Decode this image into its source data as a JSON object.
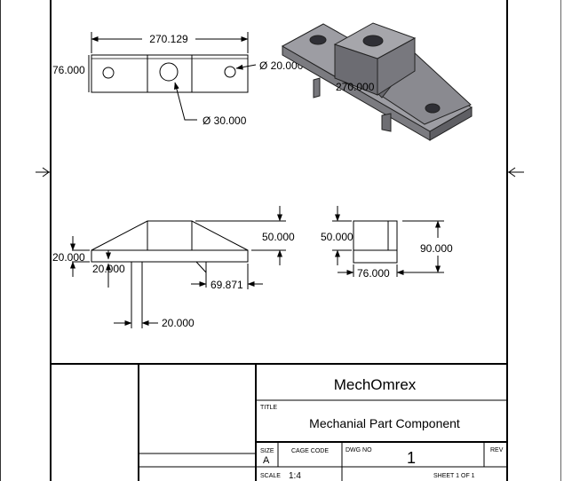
{
  "drawing": {
    "top_view": {
      "dim_width": "270.129",
      "dim_height": "76.000",
      "dim_hole_small": "Ø 20.000",
      "dim_hole_large": "Ø 30.000"
    },
    "iso_view": {
      "dim_length": "270.000"
    },
    "front_view": {
      "dim_top_height": "50.000",
      "dim_base_height": "20.000",
      "dim_base_inner": "20.000",
      "dim_rib_offset": "69.871",
      "dim_leg_width": "20.000"
    },
    "side_view": {
      "dim_upper": "50.000",
      "dim_total": "90.000",
      "dim_width": "76.000"
    }
  },
  "title_block": {
    "company": "MechOmrex",
    "title_label": "TITLE",
    "title": "Mechanial Part Component",
    "size_label": "SIZE",
    "size_value": "A",
    "cage_label": "CAGE CODE",
    "dwg_label": "DWG NO",
    "dwg_value": "1",
    "rev_label": "REV",
    "scale_label": "SCALE",
    "scale_value": "1:4",
    "sheet_label": "SHEET 1 OF 1"
  }
}
